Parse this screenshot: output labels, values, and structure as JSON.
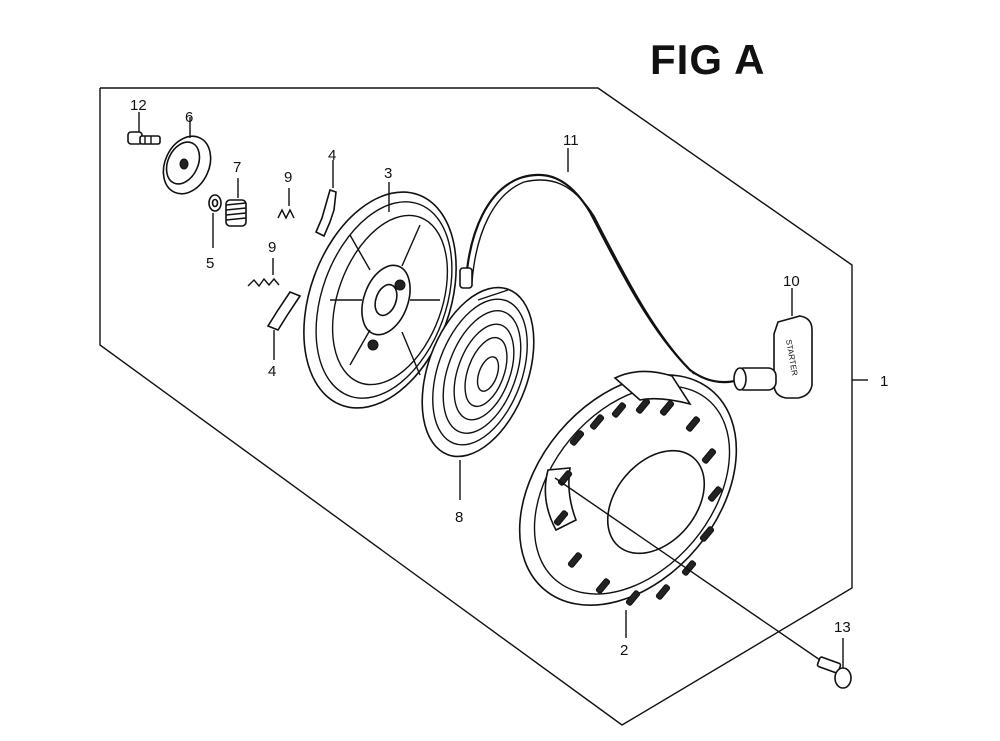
{
  "title": "FIG A",
  "callouts": {
    "p1": "1",
    "p2": "2",
    "p3": "3",
    "p4a": "4",
    "p4b": "4",
    "p5": "5",
    "p6": "6",
    "p7": "7",
    "p8": "8",
    "p9a": "9",
    "p9b": "9",
    "p10": "10",
    "p11": "11",
    "p12": "12",
    "p13": "13"
  },
  "handle_text": "STARTER"
}
